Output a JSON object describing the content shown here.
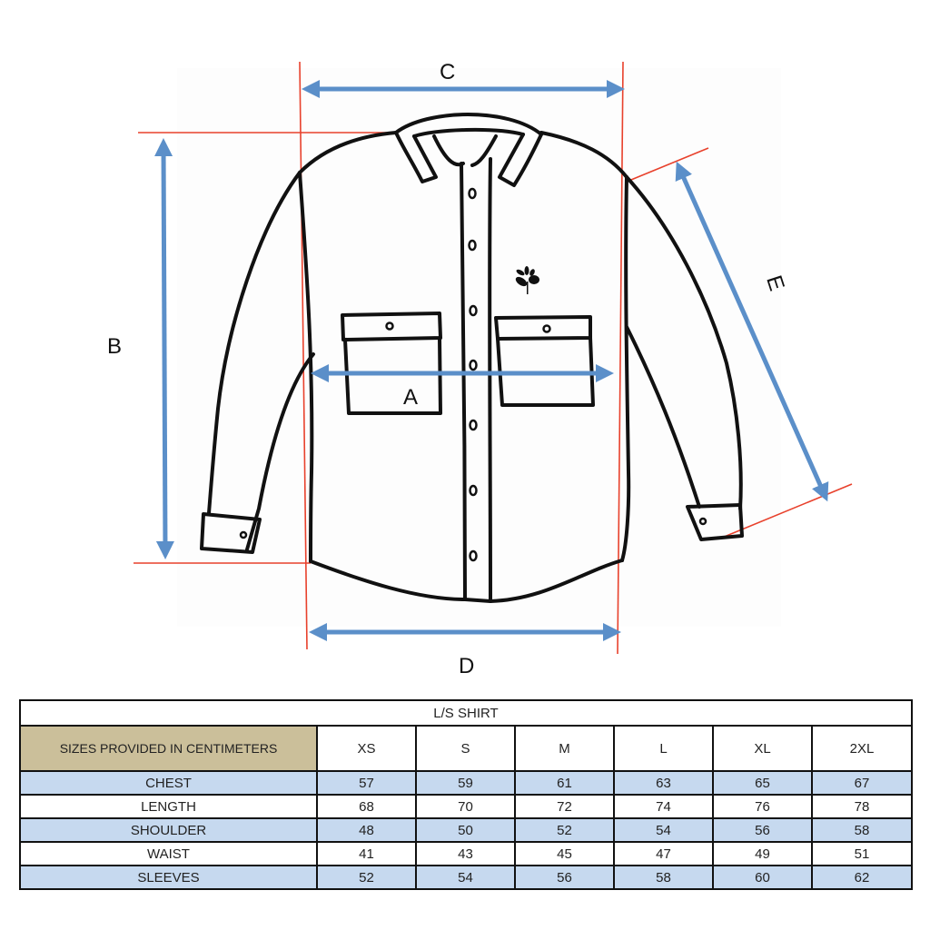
{
  "diagram": {
    "title": "Long sleeve shirt measurement diagram",
    "labels": {
      "A": "A",
      "B": "B",
      "C": "C",
      "D": "D",
      "E": "E"
    },
    "colors": {
      "arrow": "#5b8fc9",
      "guide_line": "#e8412c",
      "outline": "#111111"
    }
  },
  "table": {
    "title": "L/S SHIRT",
    "corner_label": "SIZES PROVIDED IN CENTIMETERS",
    "sizes": [
      "XS",
      "S",
      "M",
      "L",
      "XL",
      "2XL"
    ],
    "rows": [
      {
        "label": "CHEST",
        "values": [
          "57",
          "59",
          "61",
          "63",
          "65",
          "67"
        ]
      },
      {
        "label": "LENGTH",
        "values": [
          "68",
          "70",
          "72",
          "74",
          "76",
          "78"
        ]
      },
      {
        "label": "SHOULDER",
        "values": [
          "48",
          "50",
          "52",
          "54",
          "56",
          "58"
        ]
      },
      {
        "label": "WAIST",
        "values": [
          "41",
          "43",
          "45",
          "47",
          "49",
          "51"
        ]
      },
      {
        "label": "SLEEVES",
        "values": [
          "52",
          "54",
          "56",
          "58",
          "60",
          "62"
        ]
      }
    ],
    "colors": {
      "header_fill": "#cbbf9a",
      "row_shaded": "#c6d9ef",
      "row_plain": "#ffffff"
    }
  }
}
